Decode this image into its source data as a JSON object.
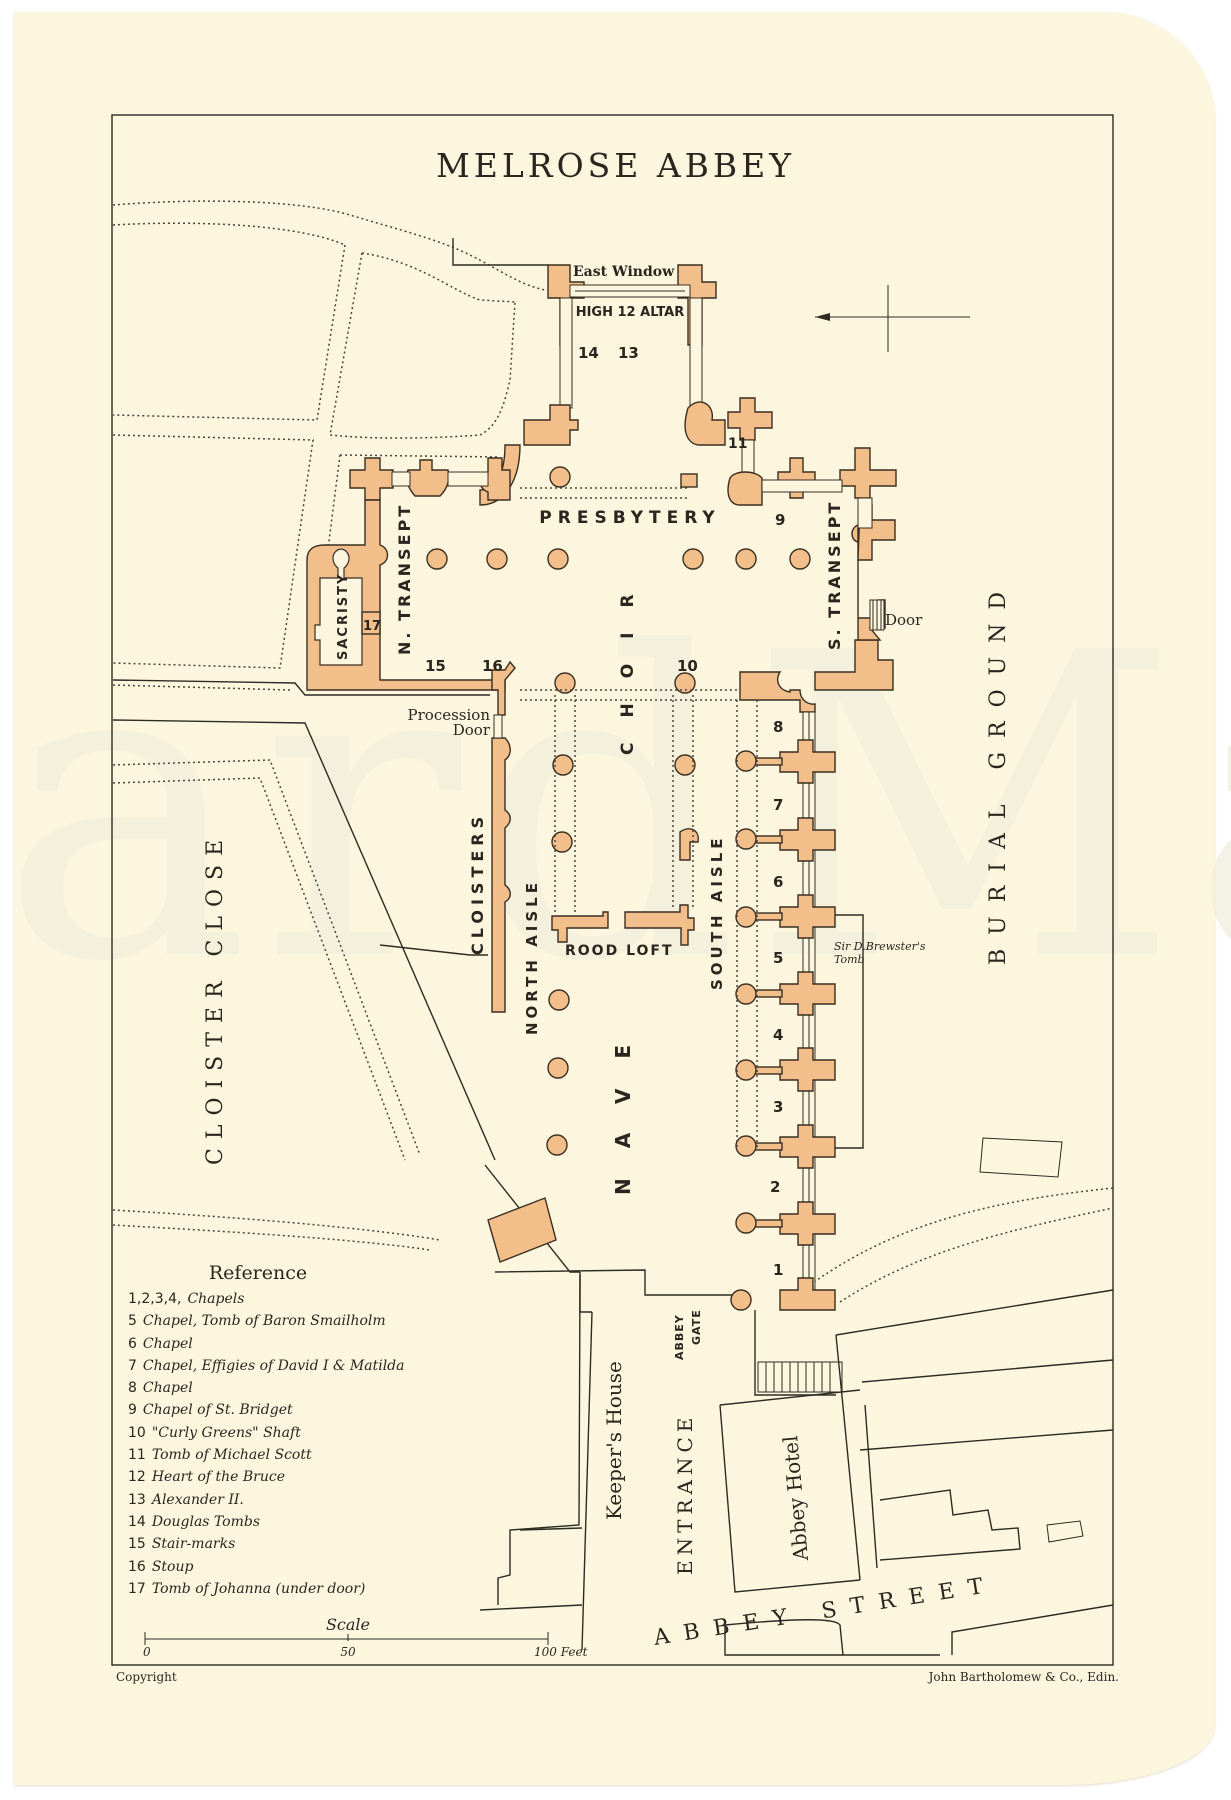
{
  "map": {
    "title": "MELROSE ABBEY",
    "colors": {
      "paper": "#fbf6dd",
      "ruins": "#f2be8a",
      "ink": "#2e2a24"
    },
    "labels": {
      "east_window": "East Window",
      "high_altar": "HIGH 12 ALTAR",
      "n14": "14",
      "n13": "13",
      "n11": "11",
      "n9": "9",
      "n10": "10",
      "n15": "15",
      "n16": "16",
      "n17": "17",
      "presbytery": "PRESBYTERY",
      "n_transept": "N. TRANSEPT",
      "s_transept": "S. TRANSEPT",
      "sacristy": "SACRISTY",
      "choir": "CHOIR",
      "door": "Door",
      "procession_door_1": "Procession",
      "procession_door_2": "Door",
      "cloisters": "CLOISTERS",
      "cloister_close": "CLOISTER CLOSE",
      "north_aisle": "NORTH AISLE",
      "south_aisle": "SOUTH AISLE",
      "rood_loft": "ROOD LOFT",
      "nave": "NAVE",
      "burial_ground": "BURIAL GROUND",
      "brewster_1": "Sir D.Brewster's",
      "brewster_2": "Tomb",
      "abbey_gate_1": "ABBEY",
      "abbey_gate_2": "GATE",
      "keepers_house": "Keeper's House",
      "entrance": "ENTRANCE",
      "abbey_hotel": "Abbey Hotel",
      "abbey_street": "ABBEY STREET",
      "chapels": [
        "1",
        "2",
        "3",
        "4",
        "5",
        "6",
        "7",
        "8"
      ]
    },
    "scale": {
      "title": "Scale",
      "ticks": [
        "0",
        "50",
        "100 Feet"
      ]
    },
    "reference": {
      "heading": "Reference",
      "items": [
        {
          "num": "1,2,3,4,",
          "text": "Chapels"
        },
        {
          "num": "5",
          "text": "Chapel, Tomb of Baron Smailholm"
        },
        {
          "num": "6",
          "text": "Chapel"
        },
        {
          "num": "7",
          "text": "Chapel, Effigies of David I & Matilda"
        },
        {
          "num": "8",
          "text": "Chapel"
        },
        {
          "num": "9",
          "text": "Chapel of St. Bridget"
        },
        {
          "num": "10",
          "text": "\"Curly Greens\" Shaft"
        },
        {
          "num": "11",
          "text": "Tomb of Michael Scott"
        },
        {
          "num": "12",
          "text": "Heart of the Bruce"
        },
        {
          "num": "13",
          "text": "Alexander II."
        },
        {
          "num": "14",
          "text": "Douglas Tombs"
        },
        {
          "num": "15",
          "text": "Stair-marks"
        },
        {
          "num": "16",
          "text": "Stoup"
        },
        {
          "num": "17",
          "text": "Tomb of Johanna (under door)"
        }
      ]
    },
    "footer": {
      "copyright": "Copyright",
      "publisher": "John Bartholomew & Co., Edin."
    }
  }
}
